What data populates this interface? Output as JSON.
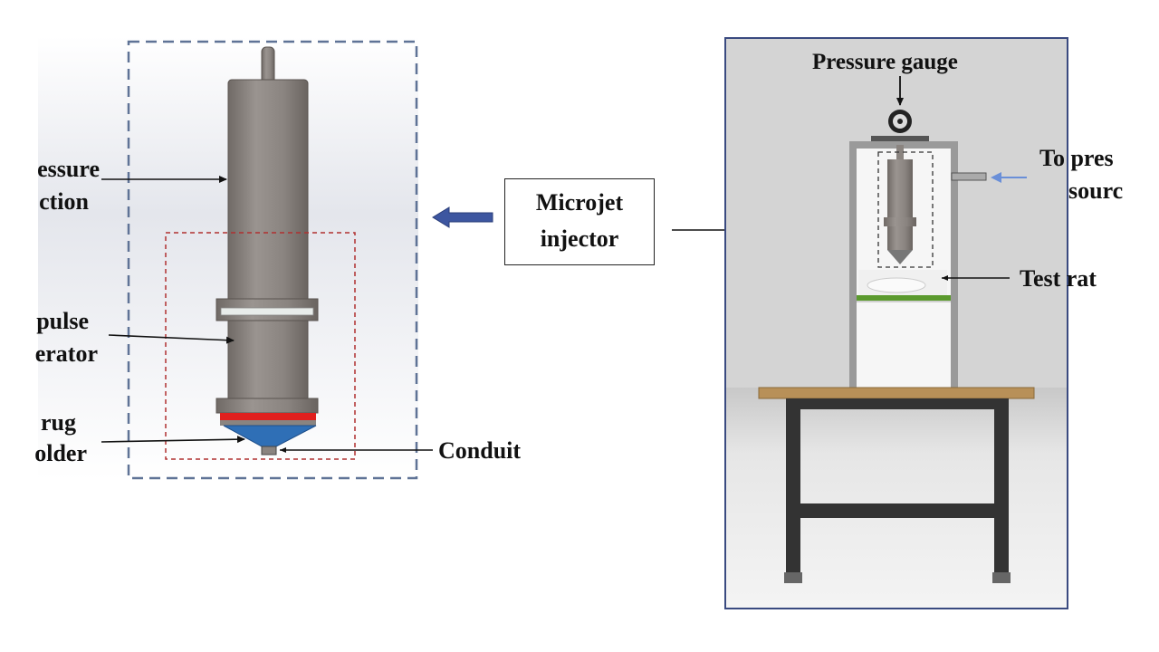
{
  "left_labels": {
    "pressure_section_line1": "essure",
    "pressure_section_line2": "ction",
    "impulse_generator_line1": "pulse",
    "impulse_generator_line2": "erator",
    "drug_holder_line1": "rug",
    "drug_holder_line2": "older",
    "conduit": "Conduit"
  },
  "center_box": {
    "line1": "Microjet",
    "line2": "injector"
  },
  "right_labels": {
    "pressure_gauge": "Pressure gauge",
    "pressure_source_line1": "To pres",
    "pressure_source_line2": "sourc",
    "test_rat": "Test rat"
  },
  "colors": {
    "cylinder": "#8a8480",
    "dashed_outer": "#5f7396",
    "dashed_inner": "#b03030",
    "red_band": "#e0201e",
    "drug_cone": "#2f6fb6",
    "arrow_blue": "#3d56a0",
    "table_top": "#b89058",
    "table_legs": "#333333",
    "green_stripe": "#5b9a2e",
    "photo_border": "#3a4a80"
  }
}
